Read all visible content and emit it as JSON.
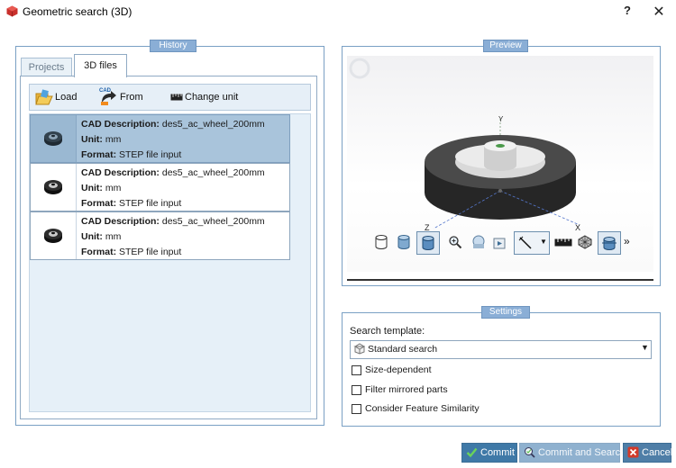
{
  "window": {
    "title": "Geometric search (3D)",
    "help": "?",
    "close": "✕"
  },
  "history": {
    "title": "History",
    "tabs": [
      "Projects",
      "3D files"
    ],
    "toolbar": {
      "load_file": "Load file",
      "cad_badge": "CAD",
      "from_cad": "From CAD",
      "change_unit": "Change unit"
    },
    "items": [
      {
        "desc_label": "CAD Description:",
        "desc": "des5_ac_wheel_200mm",
        "unit_label": "Unit:",
        "unit": "mm",
        "format_label": "Format:",
        "format": "STEP file input",
        "selected": true
      },
      {
        "desc_label": "CAD Description:",
        "desc": "des5_ac_wheel_200mm",
        "unit_label": "Unit:",
        "unit": "mm",
        "format_label": "Format:",
        "format": "STEP file input",
        "selected": false
      },
      {
        "desc_label": "CAD Description:",
        "desc": "des5_ac_wheel_200mm",
        "unit_label": "Unit:",
        "unit": "mm",
        "format_label": "Format:",
        "format": "STEP file input",
        "selected": false
      }
    ]
  },
  "preview": {
    "title": "Preview",
    "axes": {
      "x": "X",
      "y": "Y",
      "z": "Z"
    },
    "more": "»"
  },
  "settings": {
    "title": "Settings",
    "template_label": "Search template:",
    "template_value": "Standard search",
    "checkboxes": [
      "Size-dependent",
      "Filter mirrored parts",
      "Consider Feature Similarity"
    ]
  },
  "buttons": {
    "commit": "Commit",
    "commit_search": "Commit and Search",
    "cancel": "Cancel"
  },
  "colors": {
    "group_border": "#7aa0c4",
    "selected_row": "#a9c4db",
    "commit": "#3f79a7",
    "cancel_icon": "#d23a2a"
  }
}
